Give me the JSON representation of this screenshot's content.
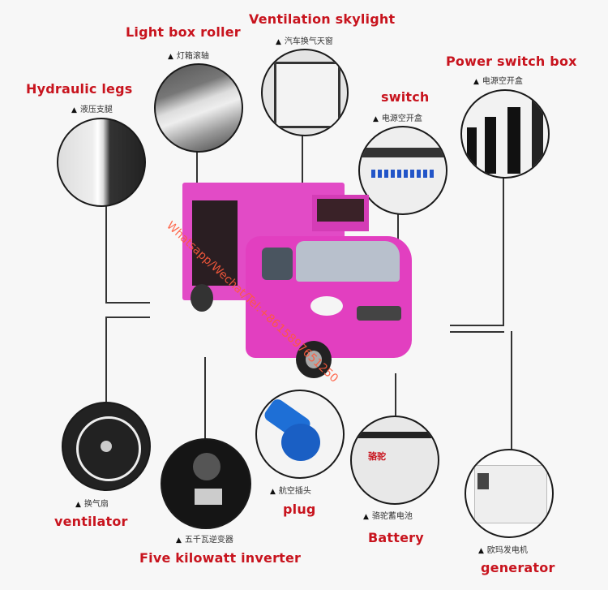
{
  "components": [
    {
      "id": "hydraulic-legs",
      "title": "Hydraulic legs",
      "caption": "液压支腿"
    },
    {
      "id": "light-box-roller",
      "title": "Light box roller",
      "caption": "灯箱滚轴"
    },
    {
      "id": "ventilation-skylight",
      "title": "Ventilation skylight",
      "caption": "汽车换气天窗"
    },
    {
      "id": "switch",
      "title": "switch",
      "caption": "电源空开盒"
    },
    {
      "id": "power-switch-box",
      "title": "Power switch box",
      "caption": "电源空开盒"
    },
    {
      "id": "ventilator",
      "title": "ventilator",
      "caption": "换气扇"
    },
    {
      "id": "inverter",
      "title": "Five kilowatt inverter",
      "caption": "五千瓦逆变器"
    },
    {
      "id": "plug",
      "title": "plug",
      "caption": "航空插头"
    },
    {
      "id": "battery",
      "title": "Battery",
      "caption": "骆驼蓄电池"
    },
    {
      "id": "generator",
      "title": "generator",
      "caption": "欧玛发电机"
    }
  ],
  "caption_marker": "▲",
  "watermark": "Whatsapp/Wechat/Tel:+8615897651250",
  "colors": {
    "title_red": "#c8141e",
    "truck_pink": "#e23fc0",
    "watermark": "#ff5a3c"
  }
}
